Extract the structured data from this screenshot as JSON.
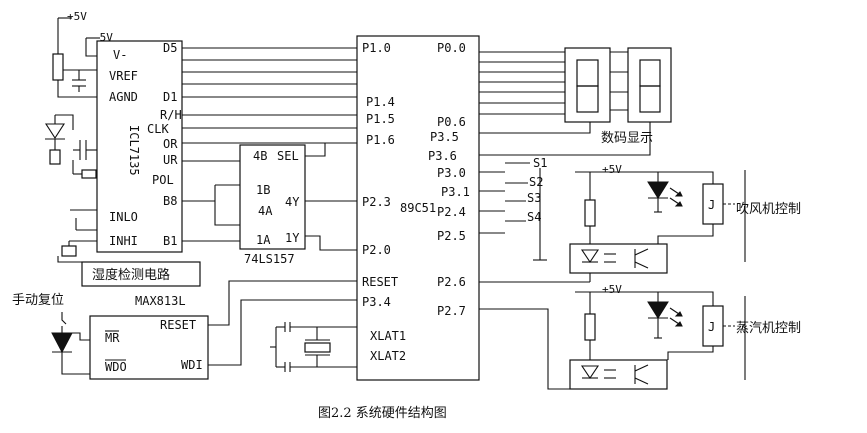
{
  "supply": {
    "pos": "+5V",
    "neg": "-5V"
  },
  "icl7135": {
    "name": "ICL7135",
    "pins_left": [
      "V-",
      "VREF",
      "AGND",
      "INLO",
      "INHI"
    ],
    "pins_right": [
      "D5",
      "D1",
      "R/H",
      "CLK",
      "OR",
      "UR",
      "POL",
      "B8",
      "B1"
    ]
  },
  "mux": {
    "name": "74LS157",
    "pins": [
      "4B",
      "SEL",
      "1B",
      "4A",
      "4Y",
      "1A",
      "1Y"
    ]
  },
  "mcu": {
    "name": "89C51",
    "left_pins": [
      "P1.0",
      "P1.4",
      "P1.5",
      "P1.6",
      "P2.3",
      "P2.0",
      "RESET",
      "P3.4",
      "XLAT1",
      "XLAT2"
    ],
    "right_pins": [
      "P0.0",
      "P0.6",
      "P3.5",
      "P3.6",
      "P3.0",
      "P3.1",
      "P2.4",
      "P2.5",
      "P2.6",
      "P2.7"
    ]
  },
  "switches": [
    "S1",
    "S2",
    "S3",
    "S4"
  ],
  "display_label": "数码显示",
  "humidity_label": "湿度检测电路",
  "max813": {
    "name": "MAX813L",
    "pins": [
      "MR",
      "WDO",
      "RESET",
      "WDI"
    ]
  },
  "manual_reset_label": "手动复位",
  "relay_label": "J",
  "blower_label": "吹风机控制",
  "steamer_label": "蒸汽机控制",
  "caption": "图2.2 系统硬件结构图"
}
